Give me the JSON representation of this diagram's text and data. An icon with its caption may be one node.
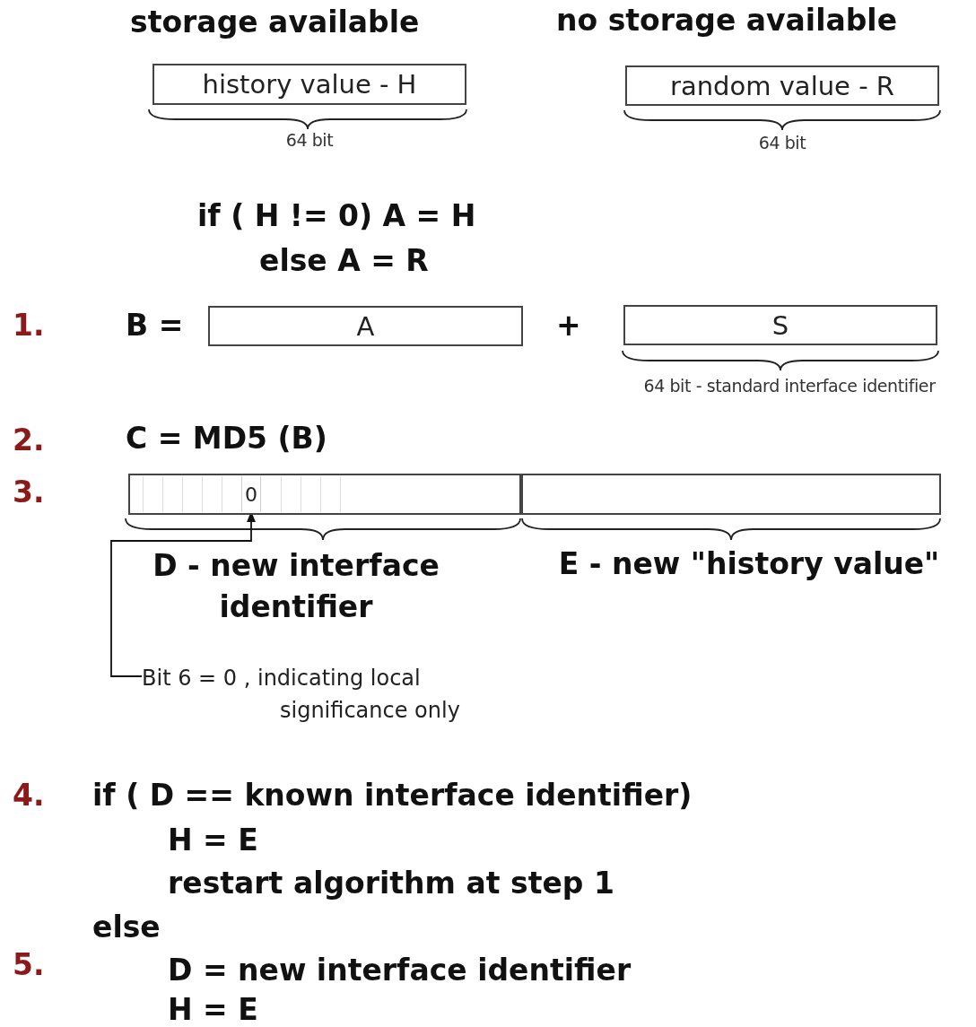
{
  "diagram": {
    "nodes": [
      {
        "text": [
          "history value - H"
        ],
        "beside": [
          "64 bit"
        ]
      },
      {
        "text": [
          "random value - R"
        ],
        "beside": [
          "64 bit"
        ]
      },
      {
        "text": [
          "A"
        ]
      },
      {
        "text": [
          "S"
        ],
        "beside": [
          "64 bit - standard interface identifier"
        ]
      },
      {
        "text": [],
        "shape": "box",
        "beside": [
          "D - new interface identifier"
        ]
      },
      {
        "text": [
          "0"
        ],
        "in": 4
      },
      {
        "text": [],
        "shape": "box",
        "beside": [
          "E - new \"history value\""
        ]
      },
      {
        "text": [
          "Bit 6 = 0 , indicating local significance only"
        ]
      }
    ],
    "edges": [
      {
        "from": 7,
        "to": 5,
        "arrow": "to"
      }
    ],
    "labels": [
      "storage available",
      "no storage available",
      "if ( H != 0) A = H",
      "else A = R",
      "1.",
      "B =",
      "+",
      "2.",
      "C = MD5 (B)",
      "3.",
      "4.",
      "if ( D == known interface identifier)",
      "H = E",
      "restart algorithm at step 1",
      "else",
      "5.",
      "D = new interface identifier",
      "H = E"
    ]
  }
}
